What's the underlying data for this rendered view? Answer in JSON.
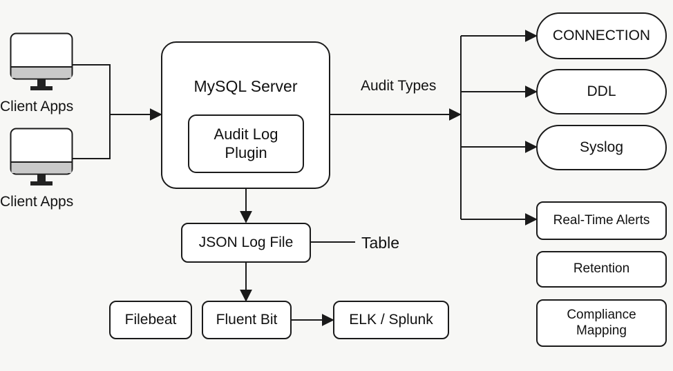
{
  "clients": [
    {
      "label": "Client Apps",
      "icon": "monitor-icon"
    },
    {
      "label": "Client Apps",
      "icon": "monitor-icon"
    }
  ],
  "server": {
    "title": "MySQL Server",
    "plugin_line1": "Audit Log",
    "plugin_line2": "Plugin"
  },
  "audit_types_label": "Audit Types",
  "json_log": "JSON Log File",
  "table_label": "Table",
  "shippers": {
    "filebeat": "Filebeat",
    "fluentbit": "Fluent Bit"
  },
  "destination": "ELK / Splunk",
  "types": [
    {
      "label": "CONNECTION"
    },
    {
      "label": "DDL"
    },
    {
      "label": "Syslog"
    }
  ],
  "features": [
    {
      "label": "Real-Time Alerts"
    },
    {
      "label": "Retention"
    },
    {
      "line1": "Compliance",
      "line2": "Mapping"
    }
  ],
  "colors": {
    "stroke": "#1a1a1a",
    "monitor_stand": "#222222",
    "monitor_bar": "#c9c9c9"
  }
}
